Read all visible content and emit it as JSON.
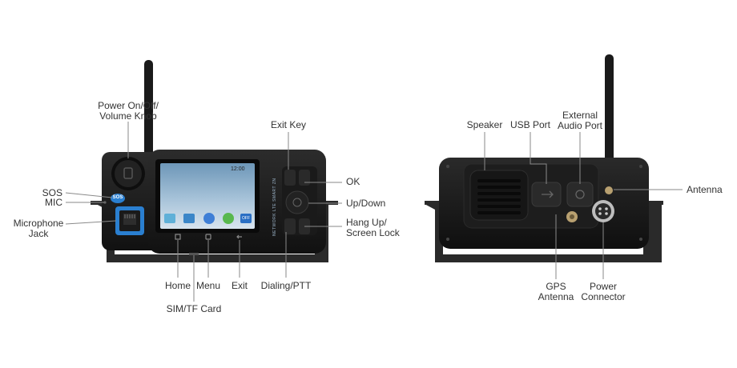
{
  "front": {
    "screen": {
      "time": "12:00",
      "side_text": "NETWORK LTE SMART ZN",
      "app_icon_label": "OFF"
    },
    "buttons": {
      "sos_badge": "SOS"
    },
    "labels": {
      "power_knob": [
        "Power On/Off/",
        "Volume Knob"
      ],
      "sos": "SOS",
      "mic": "MIC",
      "microphone_jack": [
        "Microphone",
        "Jack"
      ],
      "exit_key": "Exit Key",
      "ok": "OK",
      "up_down": "Up/Down",
      "hang_up": [
        "Hang Up/",
        "Screen Lock"
      ],
      "home": "Home",
      "menu": "Menu",
      "exit": "Exit",
      "sim_card": "SIM/TF Card",
      "dialing_ptt": "Dialing/PTT"
    }
  },
  "back": {
    "labels": {
      "speaker": "Speaker",
      "usb_port": "USB Port",
      "external_audio_port": [
        "External",
        "Audio Port"
      ],
      "antenna": "Antenna",
      "gps_antenna": [
        "GPS",
        "Antenna"
      ],
      "power_connector": [
        "Power",
        "Connector"
      ]
    }
  },
  "colors": {
    "device_body": "#1b1b1b",
    "screen_bg": "#7aa4c4",
    "accent_blue": "#2a7fd0",
    "callout_line": "#8a8a8a",
    "label_text": "#333333"
  }
}
